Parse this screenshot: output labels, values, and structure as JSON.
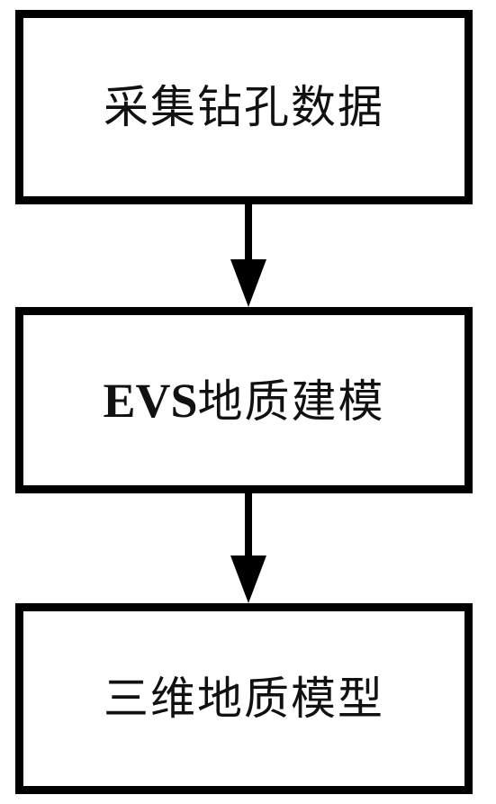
{
  "steps": [
    {
      "text": "采集钻孔数据"
    },
    {
      "prefix": "EVS",
      "text": "地质建模"
    },
    {
      "text": "三维地质模型"
    }
  ]
}
